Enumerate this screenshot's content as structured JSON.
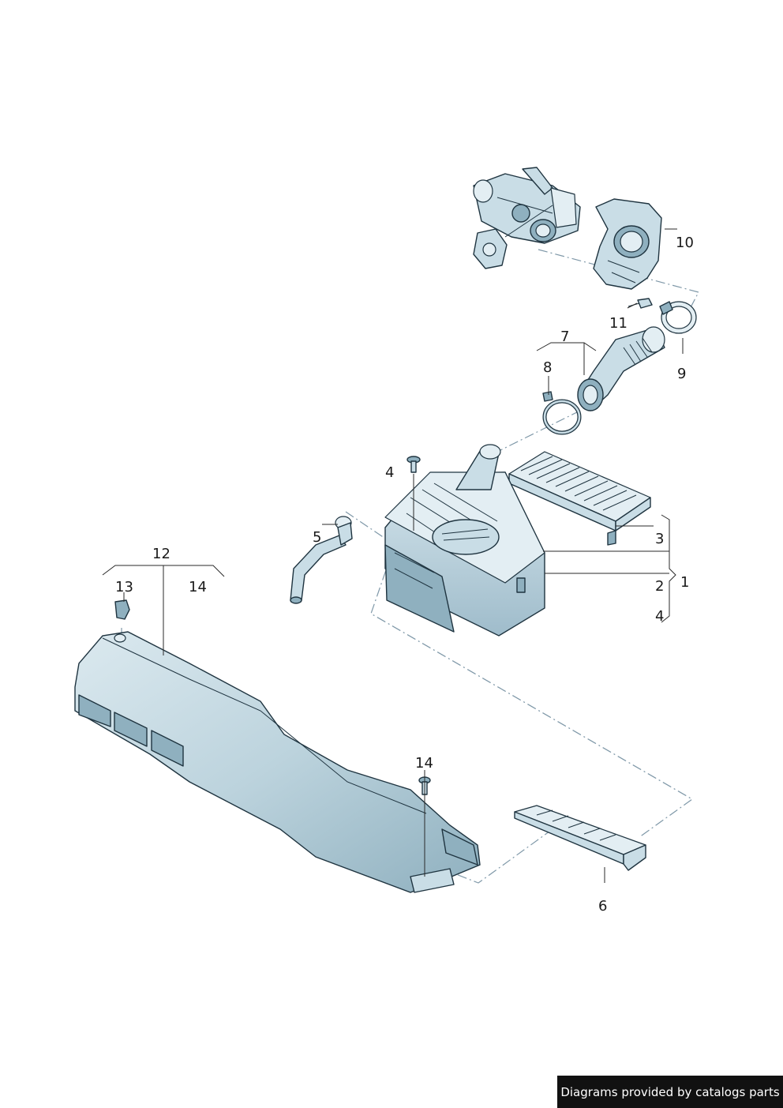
{
  "labels": {
    "l1": "1",
    "l2": "2",
    "l3": "3",
    "l4a": "4",
    "l4b": "4",
    "l5": "5",
    "l6": "6",
    "l7": "7",
    "l8": "8",
    "l9": "9",
    "l10": "10",
    "l11": "11",
    "l12": "12",
    "l13": "13",
    "l14a": "14",
    "l14b": "14"
  },
  "footer": {
    "credit": "Diagrams provided by catalogs parts"
  }
}
